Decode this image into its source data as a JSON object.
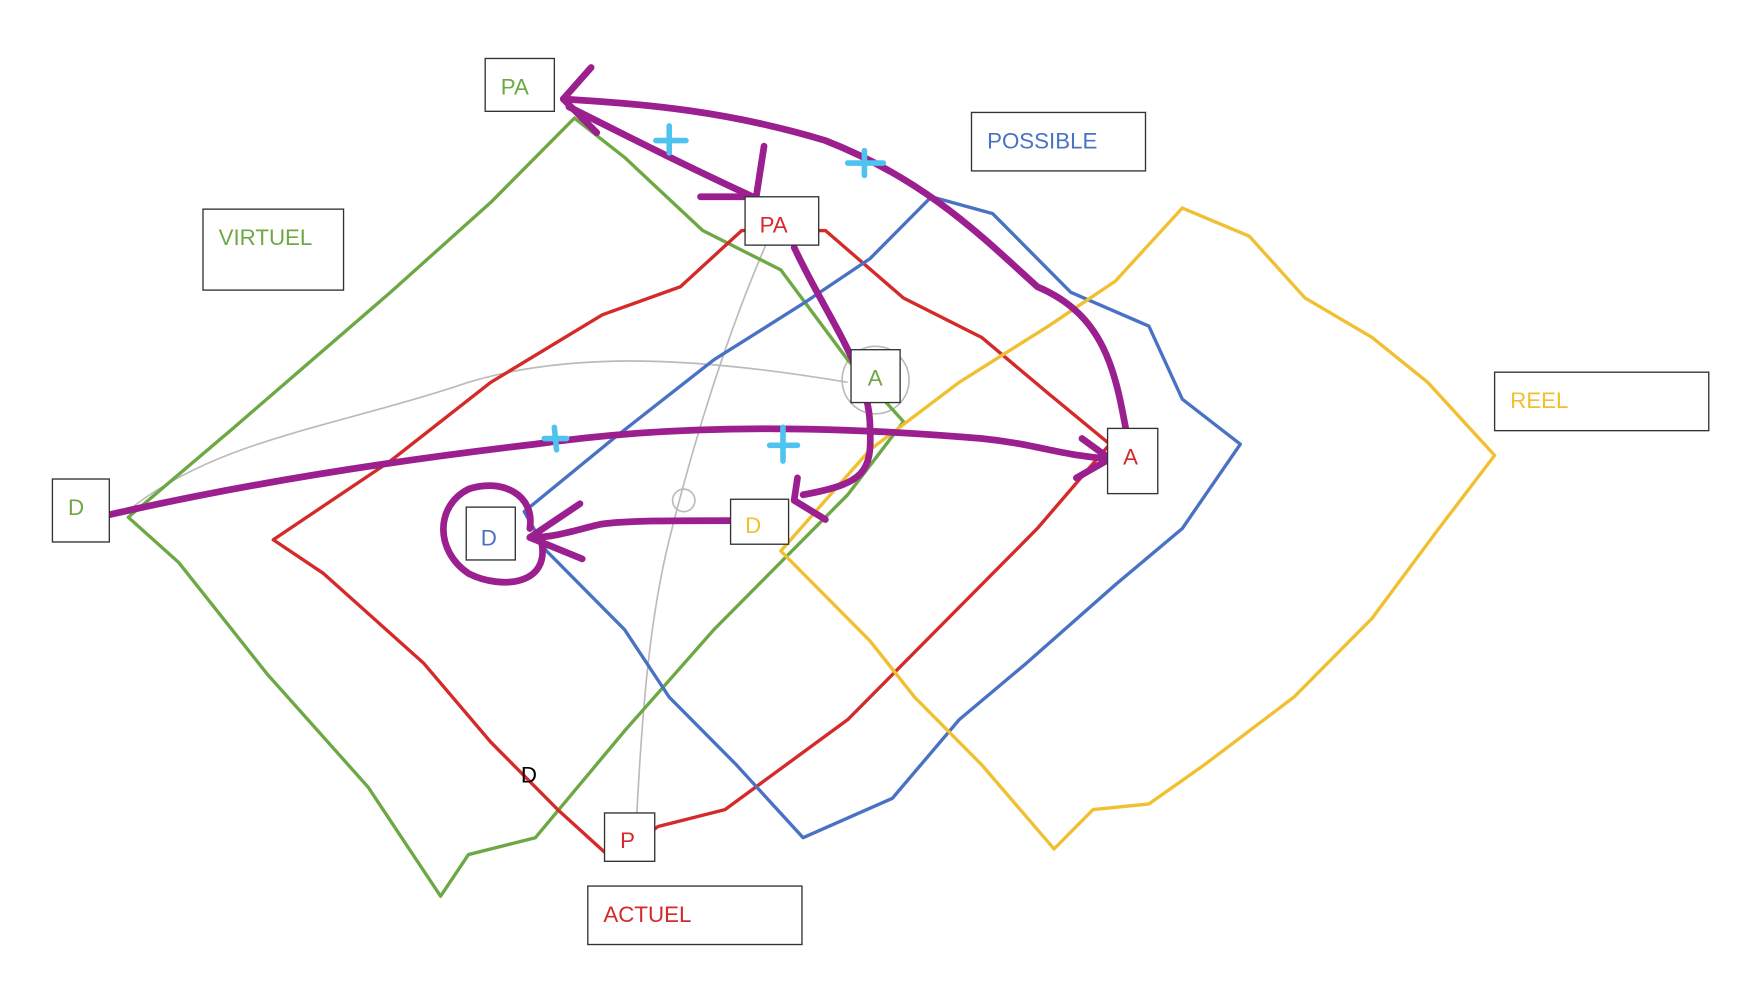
{
  "colors": {
    "virtuel": "#6ea845",
    "possible": "#4a72c4",
    "actuel": "#d42a2a",
    "reel": "#f0c030",
    "arrows": "#9b1f8f",
    "crosses": "#4fc3f0"
  },
  "regions": {
    "virtuel": "VIRTUEL",
    "possible": "POSSIBLE",
    "actuel": "ACTUEL",
    "reel": "REEL"
  },
  "nodes": {
    "pa_green": "PA",
    "pa_red": "PA",
    "a_green": "A",
    "a_red": "A",
    "d_green": "D",
    "d_blue": "D",
    "d_yellow": "D",
    "p_red": "P",
    "d_black": "D"
  }
}
